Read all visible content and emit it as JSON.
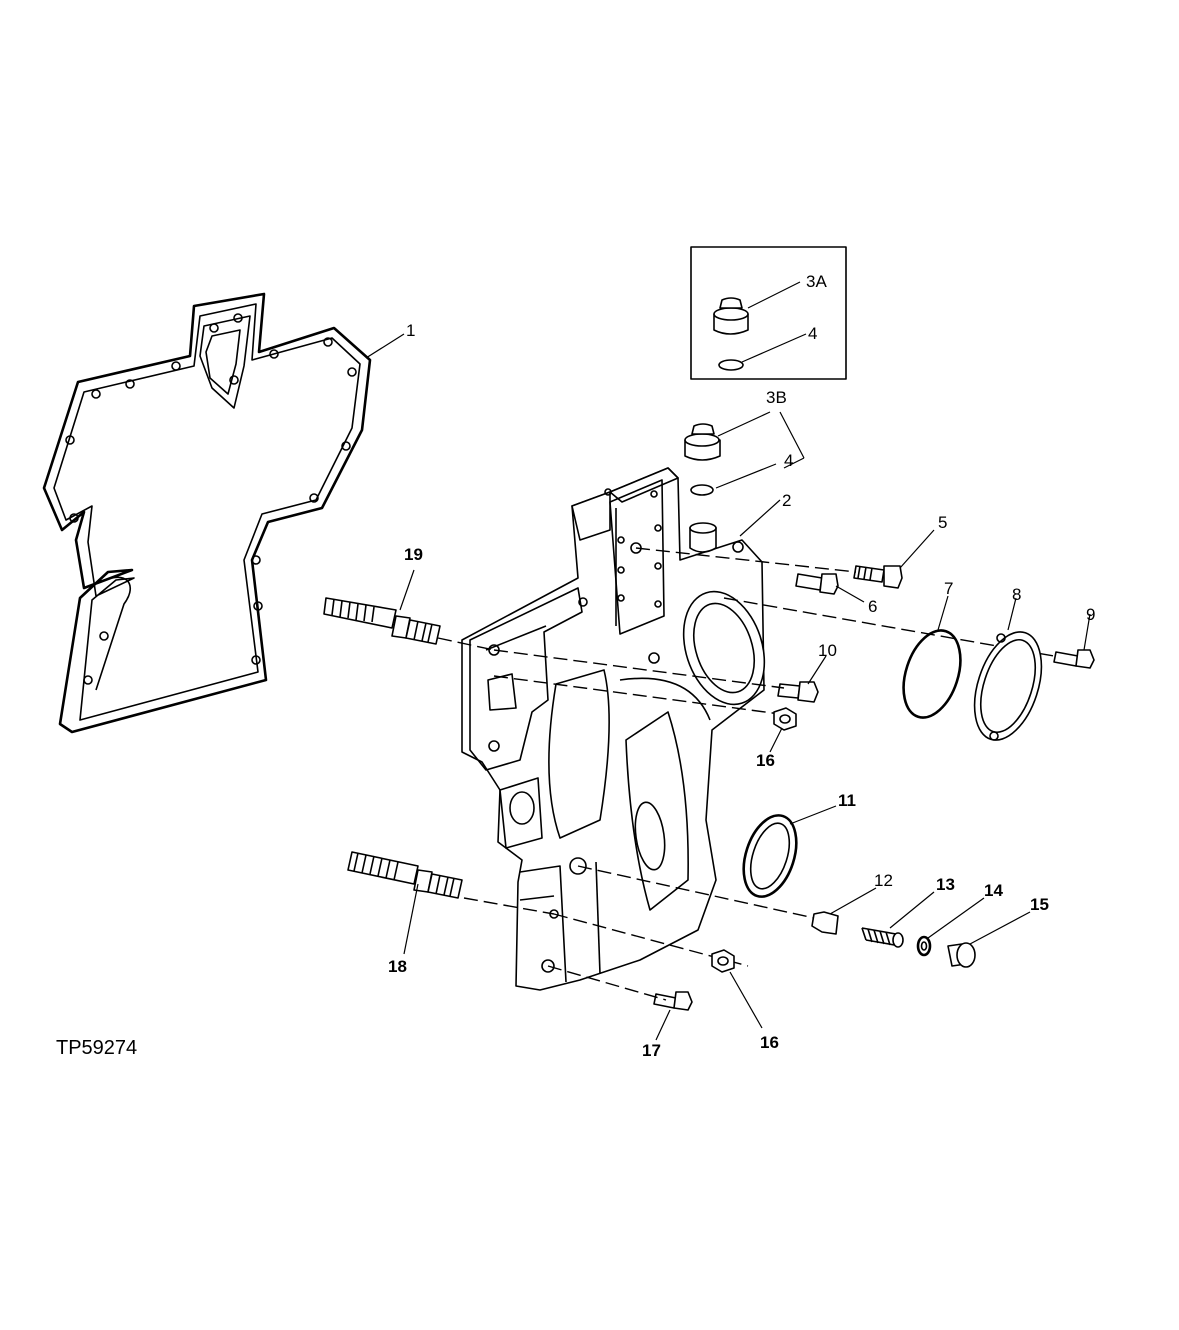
{
  "callouts": {
    "c1": "1",
    "c2": "2",
    "c3a": "3A",
    "c3b": "3B",
    "c4a": "4",
    "c4b": "4",
    "c5": "5",
    "c6": "6",
    "c7": "7",
    "c8": "8",
    "c9": "9",
    "c10": "10",
    "c11": "11",
    "c12": "12",
    "c13": "13",
    "c14": "14",
    "c15": "15",
    "c16a": "16",
    "c16b": "16",
    "c17": "17",
    "c18": "18",
    "c19": "19"
  },
  "reference_code": "TP59274"
}
